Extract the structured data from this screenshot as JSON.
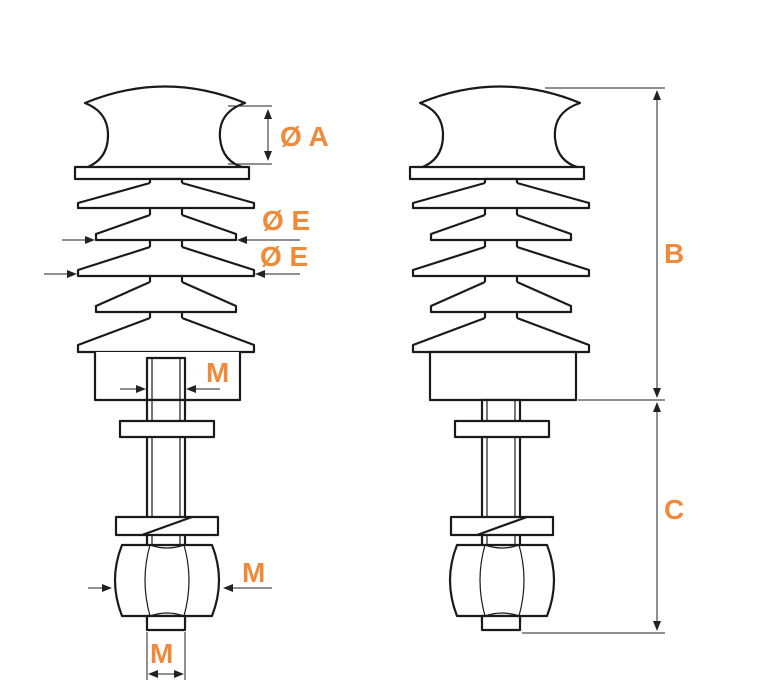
{
  "labels": {
    "dia_a": "Ø A",
    "dia_e_upper": "Ø E",
    "dia_e_lower": "Ø E",
    "m_stud": "M",
    "m_nut": "M",
    "m_bottom": "M",
    "height_b": "B",
    "length_c": "C"
  },
  "colors": {
    "label": "#ee8a3a",
    "line": "#1a1a1a"
  }
}
